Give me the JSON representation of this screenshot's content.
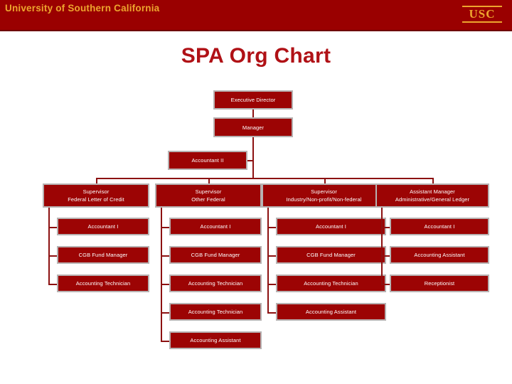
{
  "header": {
    "wordmark": "University of Southern California",
    "logo_text": "USC",
    "band_color": "#9a0000",
    "accent_color": "#eda52e"
  },
  "title": "SPA Org Chart",
  "title_color": "#b01116",
  "node_style": {
    "fill": "#9c0404",
    "border": "#b7b2b2",
    "text": "#ffffff",
    "connector": "#8c1111"
  },
  "chart_data": {
    "type": "diagram",
    "title": "SPA Org Chart",
    "nodes": {
      "executive_director": "Executive Director",
      "manager": "Manager",
      "accountant_ii": "Accountant II"
    },
    "columns": [
      {
        "head_line1": "Supervisor",
        "head_line2": "Federal Letter of Credit",
        "children": [
          "Accountant I",
          "CGB Fund Manager",
          "Accounting Technician"
        ]
      },
      {
        "head_line1": "Supervisor",
        "head_line2": "Other Federal",
        "children": [
          "Accountant I",
          "CGB Fund Manager",
          "Accounting Technician",
          "Accounting Technician",
          "Accounting Assistant"
        ]
      },
      {
        "head_line1": "Supervisor",
        "head_line2": "Industry/Non-profit/Non-federal",
        "children": [
          "Accountant I",
          "CGB Fund Manager",
          "Accounting Technician",
          "Accounting Assistant"
        ]
      },
      {
        "head_line1": "Assistant Manager",
        "head_line2": "Administrative/General Ledger",
        "children": [
          "Accountant I",
          "Accounting Assistant",
          "Receptionist"
        ]
      }
    ]
  }
}
